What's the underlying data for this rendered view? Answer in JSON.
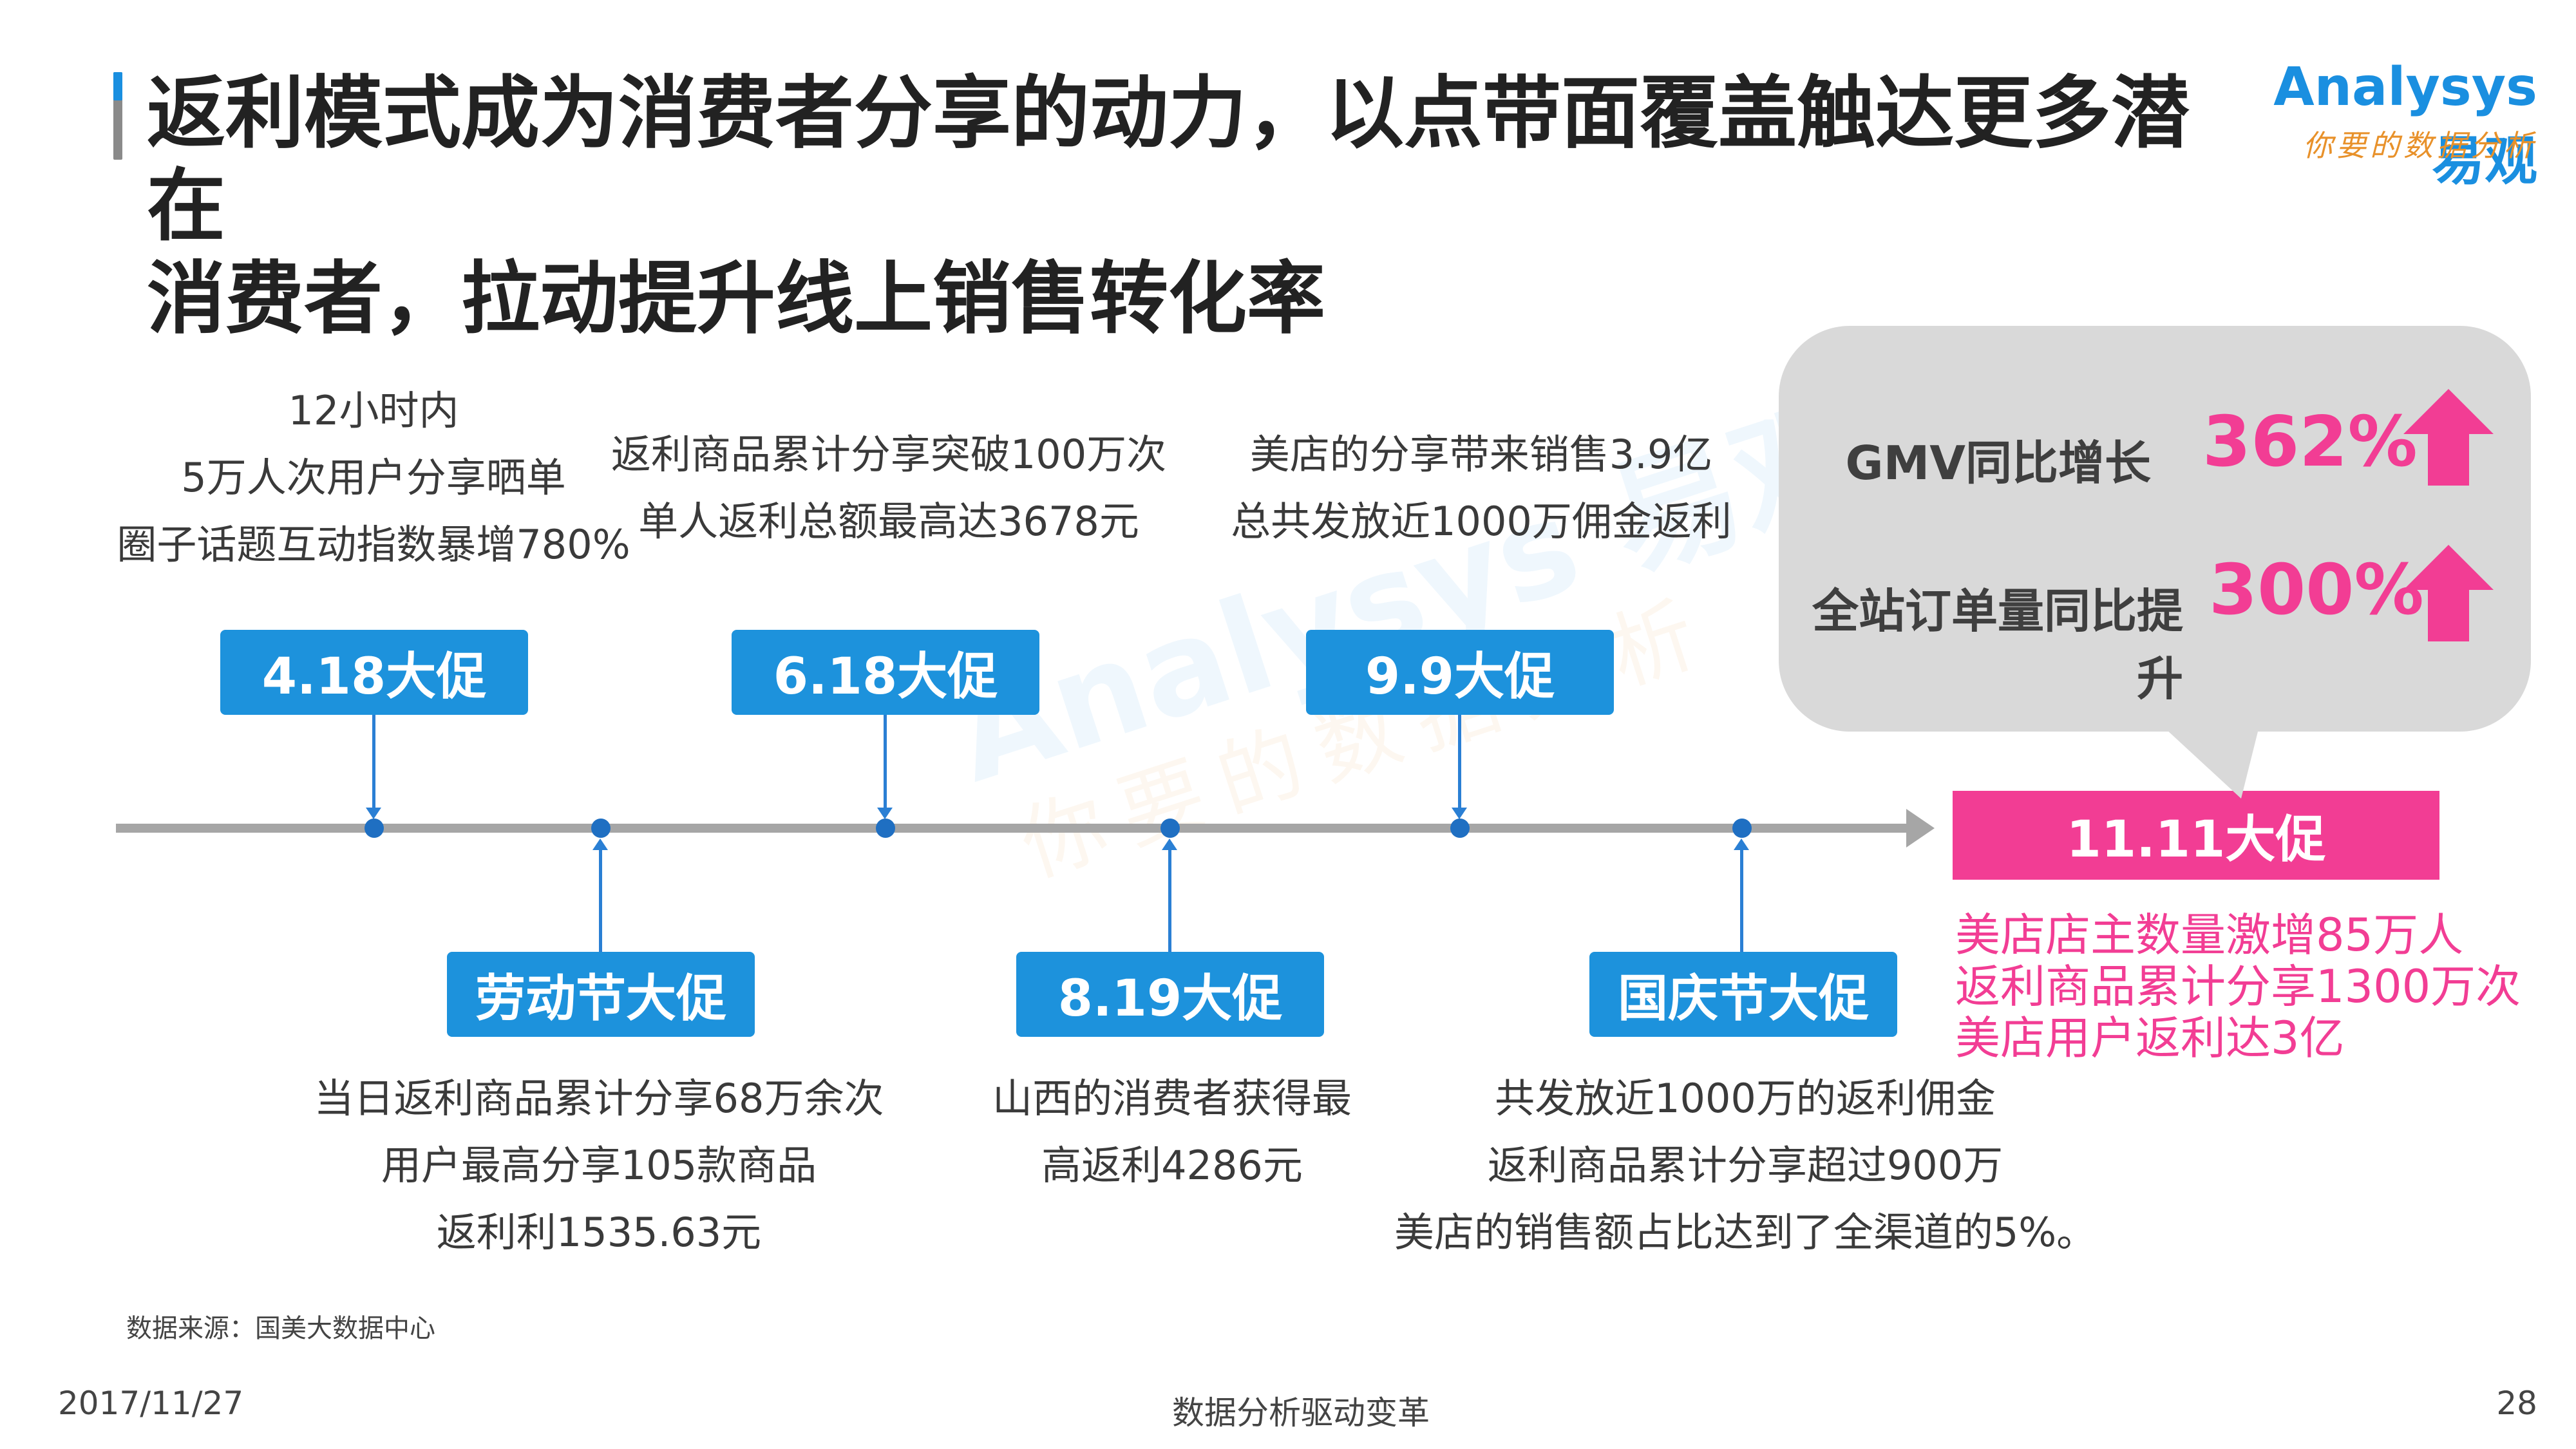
{
  "title": "返利模式成为消费者分享的动力，以点带面覆盖触达更多潜在\n消费者，拉动提升线上销售转化率",
  "logo": {
    "main": "Analysys 易观",
    "sub": "你要的数据分析"
  },
  "watermark": {
    "main": "Analysys 易观",
    "sub": "你要的数据分析"
  },
  "events_top": [
    {
      "label": "4.18大促",
      "note": "12小时内\n5万人次用户分享晒单\n圈子话题互动指数暴增780%"
    },
    {
      "label": "6.18大促",
      "note": "返利商品累计分享突破100万次\n单人返利总额最高达3678元"
    },
    {
      "label": "9.9大促",
      "note": "美店的分享带来销售3.9亿\n总共发放近1000万佣金返利"
    }
  ],
  "events_bottom": [
    {
      "label": "劳动节大促",
      "note": "当日返利商品累计分享68万余次\n用户最高分享105款商品\n返利利1535.63元"
    },
    {
      "label": "8.19大促",
      "note": "山西的消费者获得最\n高返利4286元"
    },
    {
      "label": "国庆节大促",
      "note": "共发放近1000万的返利佣金\n返利商品累计分享超过900万\n美店的销售额占比达到了全渠道的5%。"
    }
  ],
  "final_event": {
    "label": "11.11大促",
    "note": "美店店主数量激增85万人\n返利商品累计分享1300万次\n美店用户返利达3亿"
  },
  "stats": [
    {
      "label": "GMV同比增长",
      "value": "362%"
    },
    {
      "label": "全站订单量同比提升",
      "value": "300%"
    }
  ],
  "source": "数据来源：国美大数据中心",
  "footer": {
    "date": "2017/11/27",
    "center": "数据分析驱动变革",
    "page": "28"
  },
  "colors": {
    "accent_blue": "#1d92dc",
    "accent_pink": "#f23d94",
    "axis_gray": "#a6a6a6",
    "bubble_gray": "#d9d9d9"
  }
}
